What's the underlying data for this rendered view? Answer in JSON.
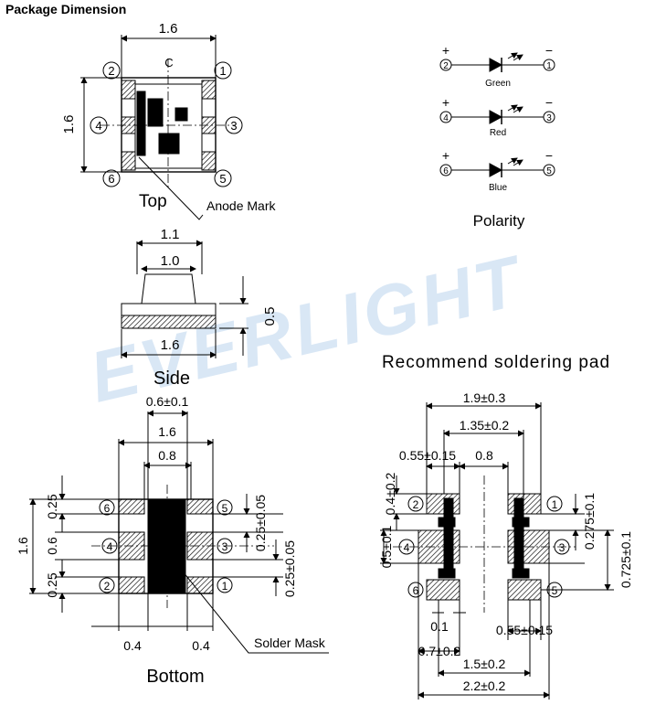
{
  "page_title": "Package Dimension",
  "watermark": "EVERLIGHT",
  "views": {
    "top": {
      "caption": "Top",
      "dim_width": "1.6",
      "dim_height": "1.6",
      "center_mark": "C",
      "anode_mark": "Anode Mark",
      "pins": [
        "1",
        "2",
        "3",
        "4",
        "5",
        "6"
      ]
    },
    "side": {
      "caption": "Side",
      "dims": [
        "1.1",
        "1.0",
        "1.6",
        "0.5"
      ]
    },
    "bottom": {
      "caption": "Bottom",
      "dims": [
        "0.6±0.1",
        "1.6",
        "0.8",
        "0.25",
        "0.6",
        "0.25",
        "1.6",
        "0.25±0.05",
        "0.25±0.05",
        "0.4",
        "0.4"
      ],
      "solder_mask": "Solder Mask",
      "pins": [
        "6",
        "5",
        "4",
        "3",
        "2",
        "1"
      ]
    },
    "polarity": {
      "caption": "Polarity",
      "plus": "+",
      "minus": "−",
      "rows": [
        {
          "anode": "2",
          "cathode": "1",
          "color": "Green"
        },
        {
          "anode": "4",
          "cathode": "3",
          "color": "Red"
        },
        {
          "anode": "6",
          "cathode": "5",
          "color": "Blue"
        }
      ]
    },
    "solder_pad": {
      "caption": "Recommend soldering pad",
      "dims": [
        "1.9±0.3",
        "1.35±0.2",
        "0.55±0.15",
        "0.8",
        "0.4±0.2",
        "0.5±0.1",
        "0.275±0.1",
        "0.725±0.1",
        "0.1",
        "0.55±0.15",
        "0.7±0.2",
        "1.5±0.2",
        "2.2±0.2"
      ],
      "pins": [
        "2",
        "1",
        "4",
        "3",
        "6",
        "5"
      ]
    }
  }
}
